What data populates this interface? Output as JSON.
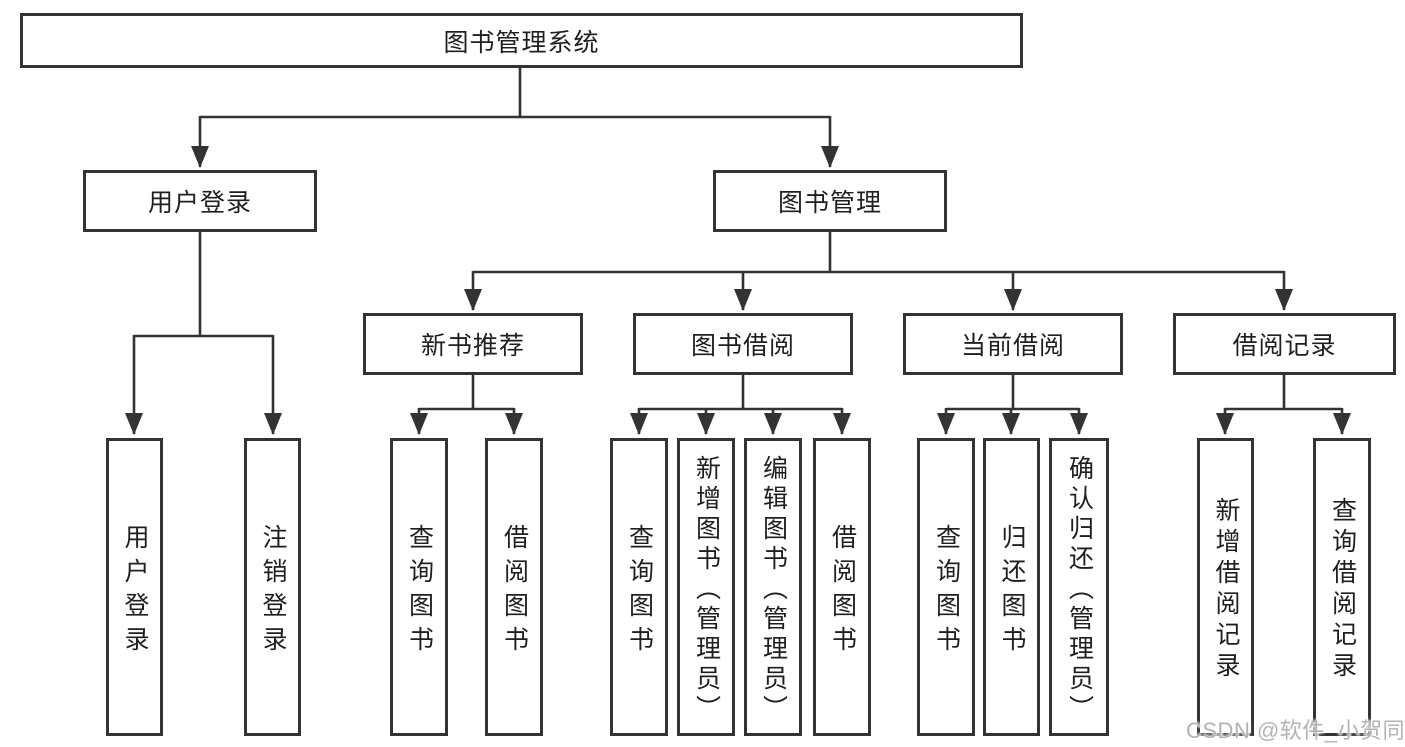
{
  "diagram": {
    "root": {
      "label": "图书管理系统"
    },
    "branches": [
      {
        "label": "用户登录",
        "children": [
          {
            "label": "用户登录"
          },
          {
            "label": "注销登录"
          }
        ]
      },
      {
        "label": "图书管理",
        "children": [
          {
            "label": "新书推荐",
            "children": [
              {
                "label": "查询图书"
              },
              {
                "label": "借阅图书"
              }
            ]
          },
          {
            "label": "图书借阅",
            "children": [
              {
                "label": "查询图书"
              },
              {
                "label": "新增图书（管理员）"
              },
              {
                "label": "编辑图书（管理员）"
              },
              {
                "label": "借阅图书"
              }
            ]
          },
          {
            "label": "当前借阅",
            "children": [
              {
                "label": "查询图书"
              },
              {
                "label": "归还图书"
              },
              {
                "label": "确认归还（管理员）"
              }
            ]
          },
          {
            "label": "借阅记录",
            "children": [
              {
                "label": "新增借阅记录"
              },
              {
                "label": "查询借阅记录"
              }
            ]
          }
        ]
      }
    ]
  },
  "watermark": {
    "text": "CSDN @软件_小贺同学"
  },
  "colors": {
    "line": "#333333",
    "box_border": "#333333",
    "text": "#1f1f1f",
    "background": "#ffffff",
    "watermark": "#b3b3b3"
  }
}
